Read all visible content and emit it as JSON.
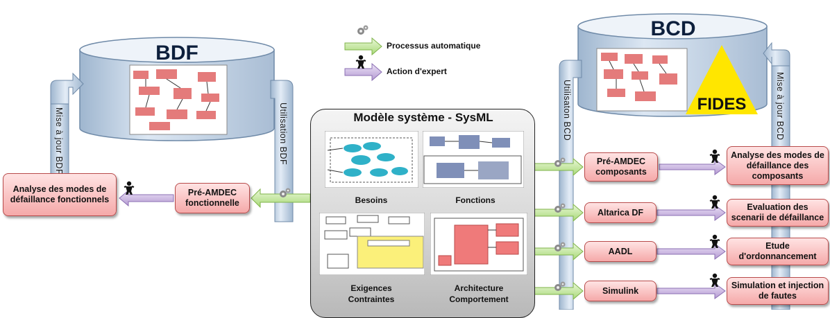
{
  "legend": {
    "automatic": "Processus automatique",
    "expert": "Action d'expert"
  },
  "bdf": {
    "title": "BDF",
    "update_label": "Mise à jour BDF",
    "use_label": "Utilisation BDF"
  },
  "bcd": {
    "title": "BCD",
    "fides_label": "FIDES",
    "use_label": "Utilisaton BCD",
    "update_label": "Mise à jour BCD"
  },
  "model": {
    "title": "Modèle système - SysML",
    "captions": {
      "besoins": "Besoins",
      "fonctions": "Fonctions",
      "exigences_1": "Exigences",
      "exigences_2": "Contraintes",
      "architecture_1": "Architecture",
      "architecture_2": "Comportement"
    }
  },
  "left": {
    "pre_amdec": "Pré-AMDEC fonctionnelle",
    "analyse": "Analyse des modes de défaillance fonctionnels"
  },
  "tools": [
    {
      "label": "Pré-AMDEC composants",
      "result": "Analyse des modes de défaillance des composants"
    },
    {
      "label": "Altarica DF",
      "result": "Evaluation des scenarii de défaillance"
    },
    {
      "label": "AADL",
      "result": "Etude d'ordonnancement"
    },
    {
      "label": "Simulink",
      "result": "Simulation et injection de fautes"
    }
  ],
  "colors": {
    "db_fill": "#c9d8ea",
    "pipe_fill": "#c7d7ea",
    "green_arrow": "#c6e7a0",
    "purple_arrow": "#c7b3de",
    "fides_yellow": "#ffe600"
  }
}
